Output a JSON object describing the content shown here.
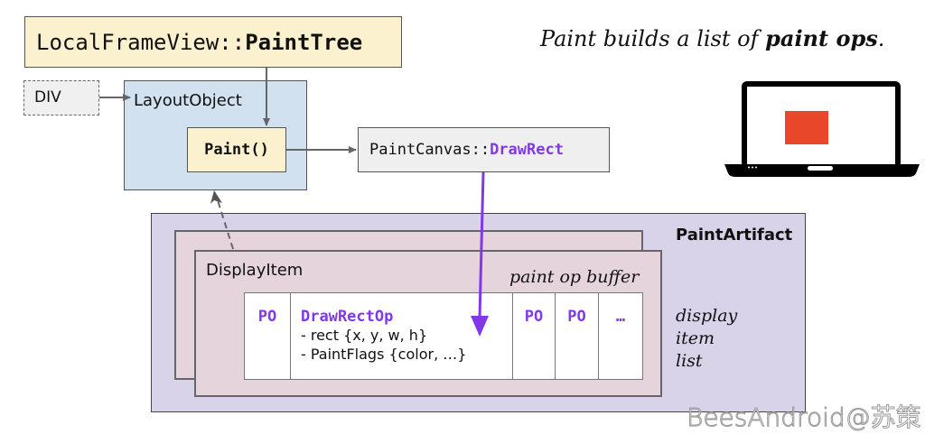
{
  "diagram": {
    "title_box": {
      "prefix": "LocalFrameView::",
      "bold": "PaintTree"
    },
    "div_box": {
      "label": "DIV"
    },
    "layout_object": {
      "label": "LayoutObject"
    },
    "paint_call": {
      "label": "Paint()"
    },
    "paint_canvas": {
      "prefix": "PaintCanvas::",
      "method": "DrawRect"
    },
    "caption": {
      "text": "Paint builds a list of ",
      "bold": "paint ops",
      "suffix": "."
    },
    "laptop": {
      "icon": "laptop-icon",
      "screen_rect_color": "#e8472a"
    },
    "paint_artifact": {
      "label": "PaintArtifact"
    },
    "display_item": {
      "label": "DisplayItem"
    },
    "paint_op_buffer": {
      "label": "paint op buffer",
      "cells": [
        {
          "label": "PO"
        },
        {
          "title": "DrawRectOp",
          "lines": [
            "- rect {x, y, w, h}",
            "- PaintFlags {color, …}"
          ]
        },
        {
          "label": "PO"
        },
        {
          "label": "PO"
        },
        {
          "label": "…"
        }
      ]
    },
    "display_item_list": {
      "lines": [
        "display",
        "item",
        "list"
      ]
    },
    "colors": {
      "accent_purple": "#8138e6",
      "yellow_box": "#fcf1cf",
      "blue_box": "#d2e1f0",
      "gray_box": "#efefef",
      "artifact_bg": "#d8d3e8",
      "display_item_bg": "#e6d4dc",
      "arrow_gray": "#666666"
    }
  },
  "watermark": {
    "text": "BeesAndroid@苏策"
  }
}
